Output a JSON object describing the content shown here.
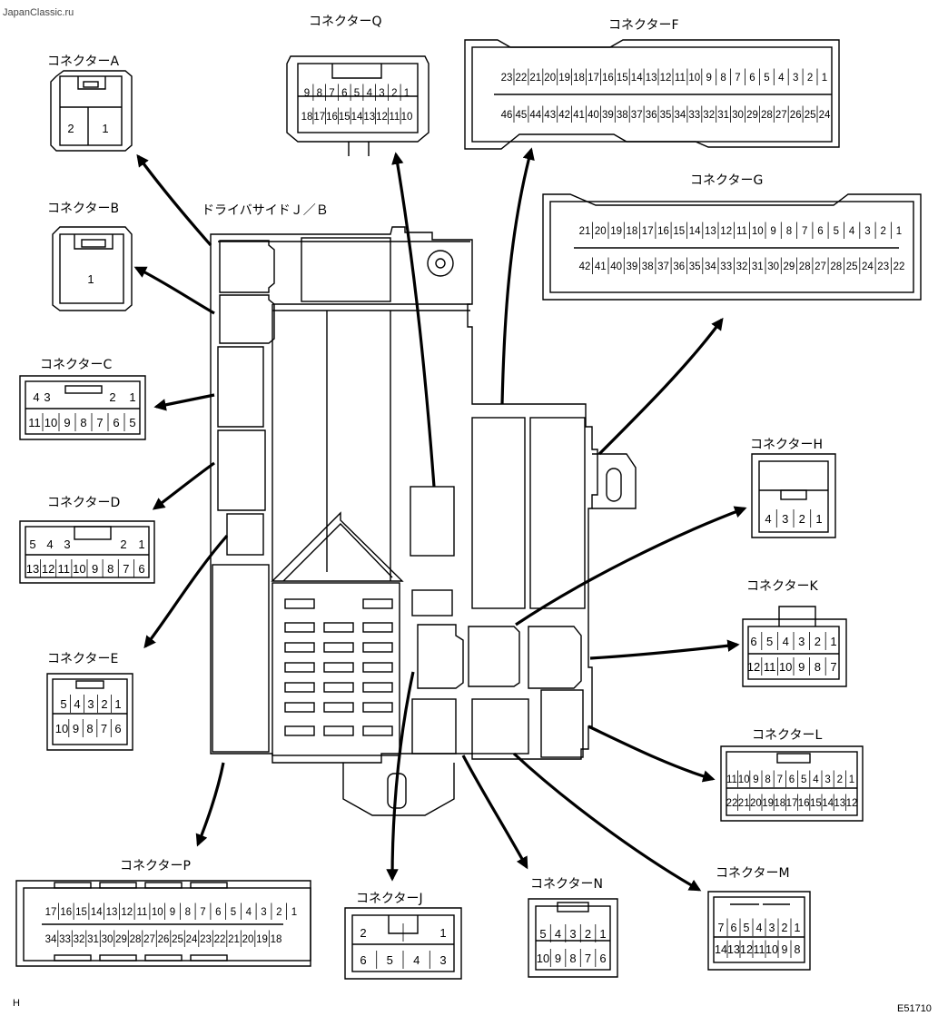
{
  "watermark": "JapanClassic.ru",
  "figure_code": "E51710",
  "corner_letter": "H",
  "jb_title": "ドライバサイドＪ／Ｂ",
  "connectors": {
    "A": {
      "title": "コネクターA",
      "rows": [
        [
          "2",
          "1"
        ]
      ]
    },
    "B": {
      "title": "コネクターB",
      "rows": [
        [
          "1"
        ]
      ]
    },
    "C": {
      "title": "コネクターC",
      "rows": [
        [
          "4",
          "3",
          "2",
          "1"
        ],
        [
          "11",
          "10",
          "9",
          "8",
          "7",
          "6",
          "5"
        ]
      ]
    },
    "D": {
      "title": "コネクターD",
      "rows": [
        [
          "5",
          "4",
          "3",
          "2",
          "1"
        ],
        [
          "13",
          "12",
          "11",
          "10",
          "9",
          "8",
          "7",
          "6"
        ]
      ]
    },
    "E": {
      "title": "コネクターE",
      "rows": [
        [
          "5",
          "4",
          "3",
          "2",
          "1"
        ],
        [
          "10",
          "9",
          "8",
          "7",
          "6"
        ]
      ]
    },
    "F": {
      "title": "コネクターF",
      "rows": [
        [
          "23",
          "22",
          "21",
          "20",
          "19",
          "18",
          "17",
          "16",
          "15",
          "14",
          "13",
          "12",
          "11",
          "10",
          "9",
          "8",
          "7",
          "6",
          "5",
          "4",
          "3",
          "2",
          "1"
        ],
        [
          "46",
          "45",
          "44",
          "43",
          "42",
          "41",
          "40",
          "39",
          "38",
          "37",
          "36",
          "35",
          "34",
          "33",
          "32",
          "31",
          "30",
          "29",
          "28",
          "27",
          "26",
          "25",
          "24"
        ]
      ]
    },
    "G": {
      "title": "コネクターG",
      "rows": [
        [
          "21",
          "20",
          "19",
          "18",
          "17",
          "16",
          "15",
          "14",
          "13",
          "12",
          "11",
          "10",
          "9",
          "8",
          "7",
          "6",
          "5",
          "4",
          "3",
          "2",
          "1"
        ],
        [
          "42",
          "41",
          "40",
          "39",
          "38",
          "37",
          "36",
          "35",
          "34",
          "33",
          "32",
          "31",
          "30",
          "29",
          "28",
          "27",
          "28",
          "25",
          "24",
          "23",
          "22"
        ]
      ]
    },
    "H": {
      "title": "コネクターH",
      "rows": [
        [
          "4",
          "3",
          "2",
          "1"
        ]
      ]
    },
    "J": {
      "title": "コネクターJ",
      "rows": [
        [
          "2",
          "1"
        ],
        [
          "6",
          "5",
          "4",
          "3"
        ]
      ]
    },
    "K": {
      "title": "コネクターK",
      "rows": [
        [
          "6",
          "5",
          "4",
          "3",
          "2",
          "1"
        ],
        [
          "12",
          "11",
          "10",
          "9",
          "8",
          "7"
        ]
      ]
    },
    "L": {
      "title": "コネクターL",
      "rows": [
        [
          "11",
          "10",
          "9",
          "8",
          "7",
          "6",
          "5",
          "4",
          "3",
          "2",
          "1"
        ],
        [
          "22",
          "21",
          "20",
          "19",
          "18",
          "17",
          "16",
          "15",
          "14",
          "13",
          "12"
        ]
      ]
    },
    "M": {
      "title": "コネクターM",
      "rows": [
        [
          "7",
          "6",
          "5",
          "4",
          "3",
          "2",
          "1"
        ],
        [
          "14",
          "13",
          "12",
          "11",
          "10",
          "9",
          "8"
        ]
      ]
    },
    "N": {
      "title": "コネクターN",
      "rows": [
        [
          "5",
          "4",
          "3",
          "2",
          "1"
        ],
        [
          "10",
          "9",
          "8",
          "7",
          "6"
        ]
      ]
    },
    "P": {
      "title": "コネクターP",
      "rows": [
        [
          "17",
          "16",
          "15",
          "14",
          "13",
          "12",
          "11",
          "10",
          "9",
          "8",
          "7",
          "6",
          "5",
          "4",
          "3",
          "2",
          "1"
        ],
        [
          "34",
          "33",
          "32",
          "31",
          "30",
          "29",
          "28",
          "27",
          "26",
          "25",
          "24",
          "23",
          "22",
          "21",
          "20",
          "19",
          "18"
        ]
      ]
    },
    "Q": {
      "title": "コネクターQ",
      "rows": [
        [
          "9",
          "8",
          "7",
          "6",
          "5",
          "4",
          "3",
          "2",
          "1"
        ],
        [
          "18",
          "17",
          "16",
          "15",
          "14",
          "13",
          "12",
          "11",
          "10"
        ]
      ]
    }
  }
}
